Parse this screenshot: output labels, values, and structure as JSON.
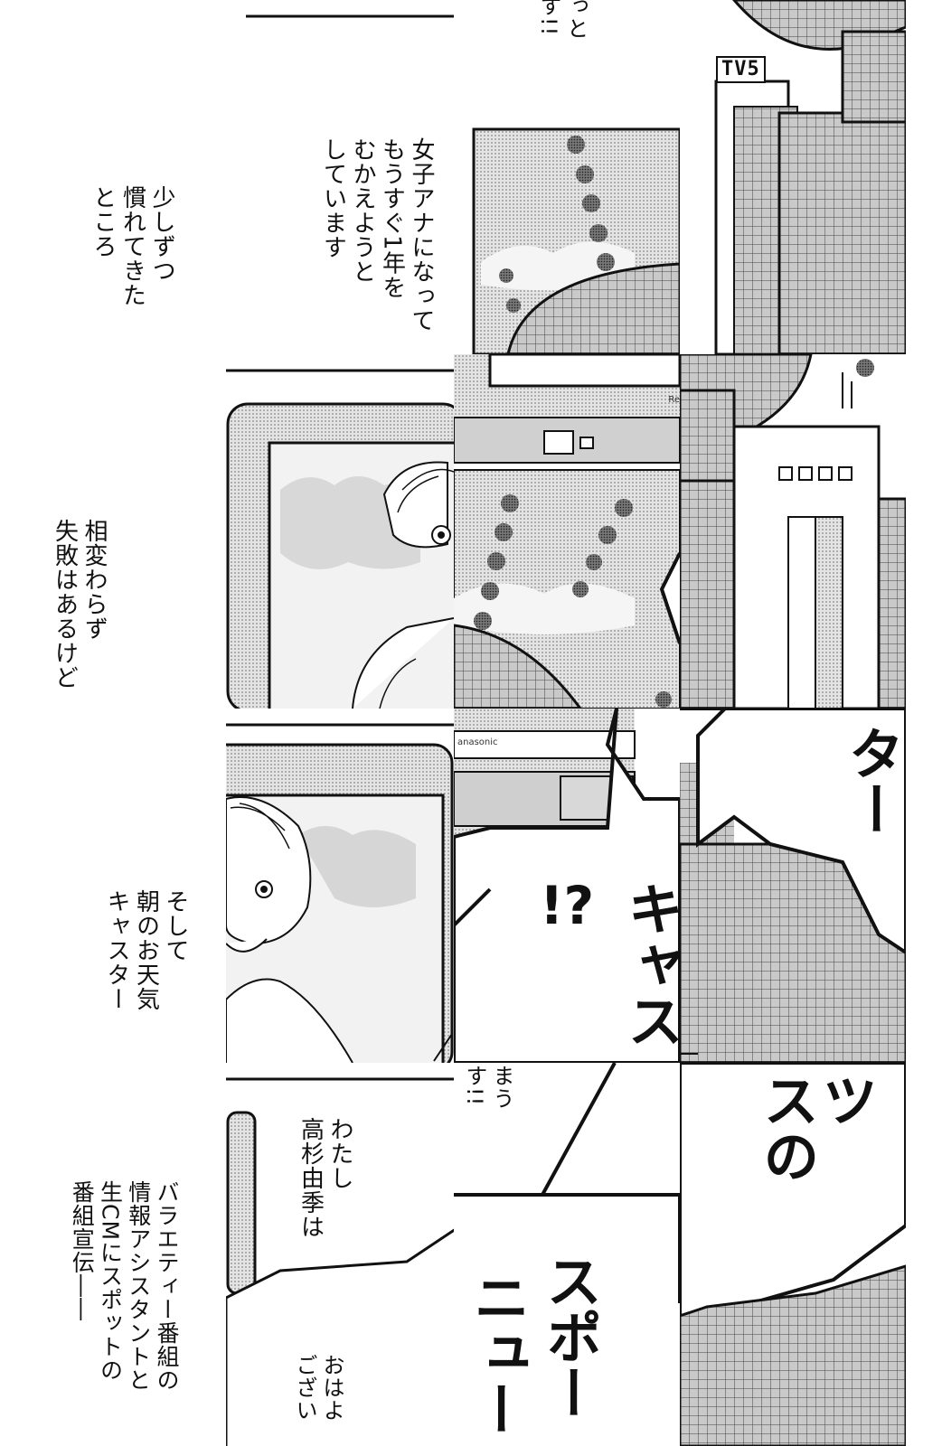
{
  "captions": {
    "intro_a": "女子アナになって\nもうすぐ1年を\nむかえようと\nしています",
    "intro_b": "少しずつ\n慣れてきた\nところ",
    "mistakes": "相変わらず\n失敗はあるけど",
    "weather": "そして\n朝のお天気\nキャスター",
    "name": "わたし\n高杉由季は",
    "duties": "バラエティー番組の\n情報アシスタントと\n生CMにスポットの\n番組宣伝――"
  },
  "fragments": {
    "top_excl": "っと\nす!!",
    "gozaimasu": "まう\nす!!",
    "ohayou": "おはよ\nござい"
  },
  "sfx": {
    "interrobang": "!?",
    "caster": "キャス",
    "ta": "ター",
    "tsu_no": "ツ\nスの",
    "sports": "スポー",
    "news": "ニュー"
  },
  "signage": {
    "tv_logo": "TV5",
    "tv_brand_a": "Re",
    "tv_brand_b": "anasonic"
  },
  "colors": {
    "ink": "#111111",
    "screentone": "#c8c8c8",
    "paper": "#ffffff"
  }
}
